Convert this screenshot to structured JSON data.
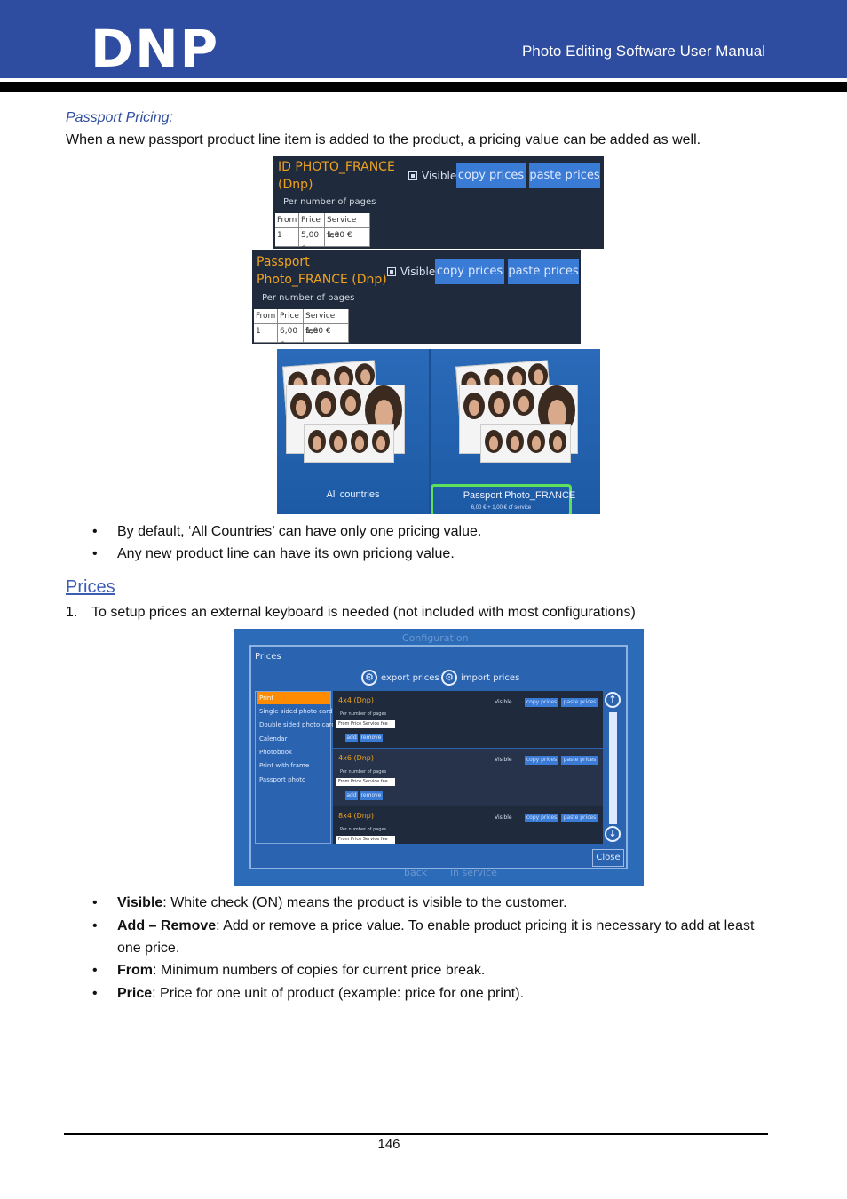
{
  "header": {
    "logo": "DNP",
    "title": "Photo Editing Software User Manual"
  },
  "passport": {
    "heading": "Passport Pricing:",
    "intro": "When a new passport product line item is added to the product, a pricing value can be added as well."
  },
  "panel1": {
    "title_line1": "ID PHOTO_FRANCE",
    "title_line2": "(Dnp)",
    "visible": "Visible",
    "copy": "copy prices",
    "paste": "paste prices",
    "sub": "Per number of pages",
    "th_from": "From",
    "th_price": "Price",
    "th_fee": "Service fee",
    "td_from": "1",
    "td_price": "5,00 €",
    "td_fee": "1,00 €"
  },
  "panel2": {
    "title_line1": "Passport",
    "title_line2": "Photo_FRANCE (Dnp)",
    "visible": "Visible",
    "copy": "copy prices",
    "paste": "paste prices",
    "sub": "Per number of pages",
    "th_from": "From",
    "th_price": "Price",
    "th_fee": "Service fee",
    "td_from": "1",
    "td_price": "6,00 €",
    "td_fee": "1,00 €"
  },
  "tiles": {
    "left_label": "All countries",
    "right_label": "Passport Photo_FRANCE",
    "right_sub": "6,00 € + 1,00 € of service"
  },
  "bullets1": [
    "By default, ‘All Countries’ can have only one pricing value.",
    "Any new product line can have its own priciong value."
  ],
  "prices": {
    "heading": "Prices",
    "step_num": "1.",
    "step_text": "To setup prices an external keyboard is needed (not included with most configurations)"
  },
  "config": {
    "ghost_title": "Configuration",
    "section": "Prices",
    "export": "export prices",
    "import": "import prices",
    "menu": [
      "Print",
      "Single sided photo card",
      "Double sided photo card",
      "Calendar",
      "Photobook",
      "Print with frame",
      "Passport photo"
    ],
    "rows": [
      {
        "title": "4x4 (Dnp)",
        "sub": "Per number of pages",
        "head": "From  Price  Service fee",
        "add": "add",
        "remove": "remove"
      },
      {
        "title": "4x6 (Dnp)",
        "sub": "Per number of pages",
        "head": "From  Price  Service fee",
        "add": "add",
        "remove": "remove"
      },
      {
        "title": "8x4 (Dnp)",
        "sub": "Per number of pages",
        "head": "From  Price  Service fee"
      }
    ],
    "visible": "Visible",
    "copy": "copy prices",
    "paste": "paste prices",
    "close": "Close",
    "back": "back",
    "in_service": "in service"
  },
  "bullets2": [
    {
      "bold": "Visible",
      "text": ": White check (ON) means the product is visible to the customer."
    },
    {
      "bold": "Add – Remove",
      "text": ": Add or remove a price value. To enable product pricing it is necessary to add at least one price."
    },
    {
      "bold": "From",
      "text": ": Minimum numbers of copies for current price break."
    },
    {
      "bold": "Price",
      "text": ": Price for one unit of product (example: price for one print)."
    }
  ],
  "footer": {
    "page": "146"
  }
}
